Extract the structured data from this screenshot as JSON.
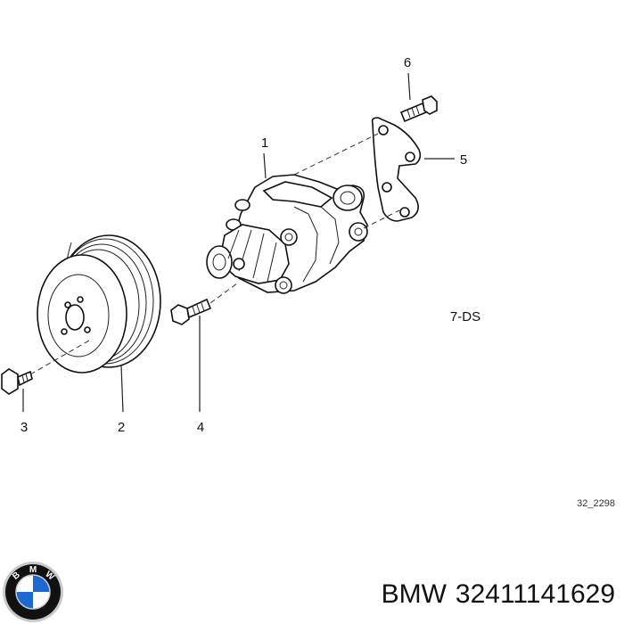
{
  "diagram": {
    "callouts": [
      {
        "id": "1",
        "label": "1"
      },
      {
        "id": "2",
        "label": "2"
      },
      {
        "id": "3",
        "label": "3"
      },
      {
        "id": "4",
        "label": "4"
      },
      {
        "id": "5",
        "label": "5"
      },
      {
        "id": "6",
        "label": "6"
      }
    ],
    "variant_code": "7-DS",
    "drawing_number": "32_2298"
  },
  "caption": {
    "brand": "BMW",
    "part_number": "32411141629"
  },
  "logo": {
    "letters": [
      "B",
      "M",
      "W"
    ],
    "colors": {
      "ring": "#111111",
      "blue": "#1c69d4",
      "white": "#ffffff",
      "chrome": "#c9c9c9"
    }
  }
}
